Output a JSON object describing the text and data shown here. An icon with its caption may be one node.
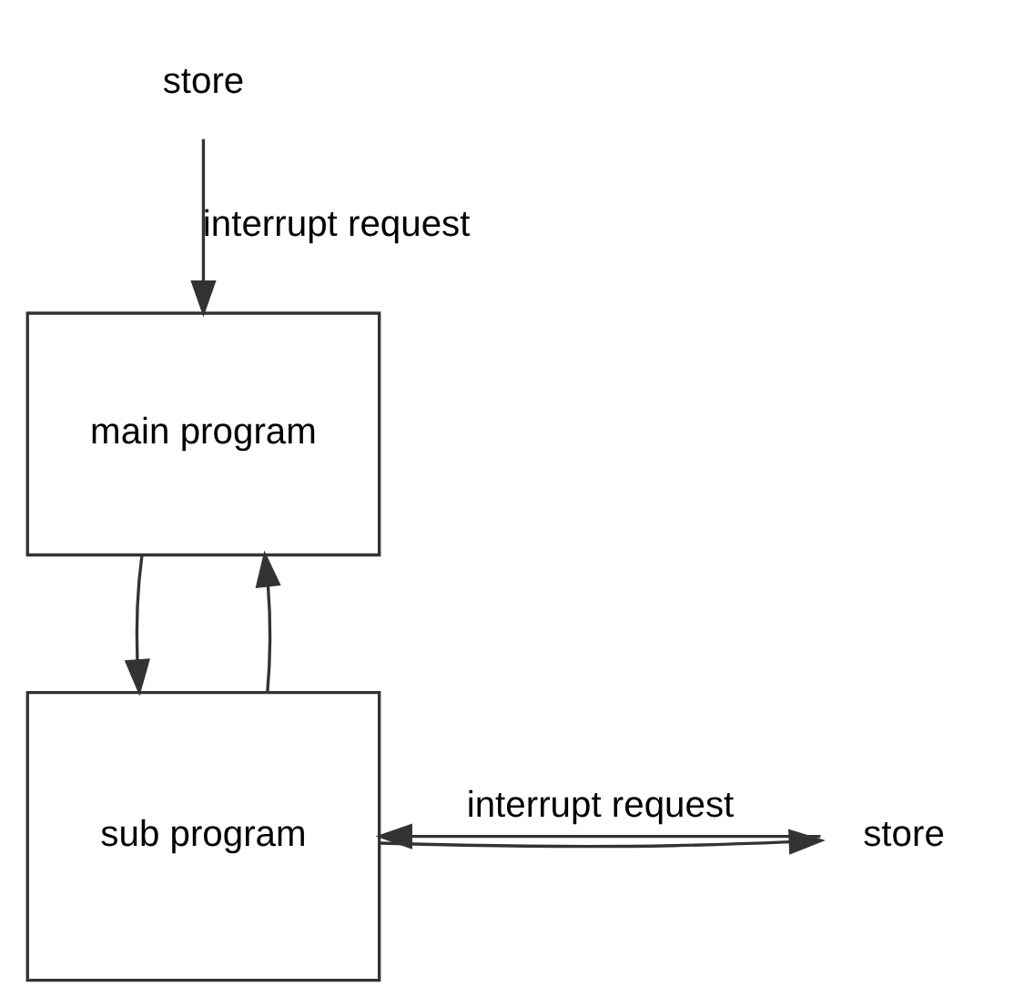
{
  "diagram": {
    "nodes": [
      {
        "text": [
          "store"
        ]
      },
      {
        "text": [
          "main program"
        ]
      },
      {
        "text": [
          "sub program"
        ]
      },
      {
        "text": [
          "store"
        ]
      }
    ],
    "edges": [
      {
        "from": 0,
        "to": 1,
        "arrow": "to",
        "label": "interrupt request"
      },
      {
        "from": 1,
        "to": 2,
        "arrow": "to"
      },
      {
        "from": 2,
        "to": 3,
        "arrow": "to"
      },
      {
        "from": 3,
        "to": 2,
        "arrow": "to",
        "label": "interrupt request"
      },
      {
        "from": 2,
        "to": 1,
        "arrow": "to"
      }
    ]
  }
}
